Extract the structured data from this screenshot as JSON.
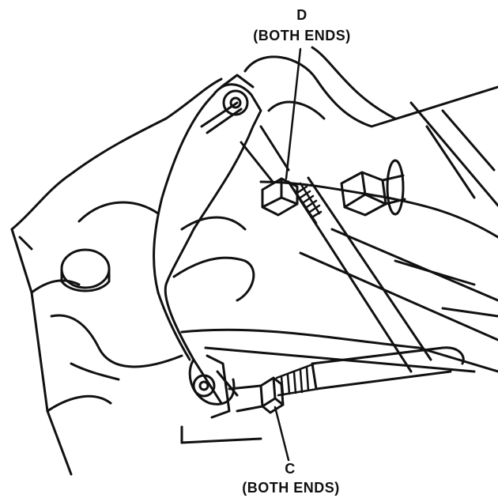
{
  "labels": {
    "d": {
      "letter": "D",
      "note": "(BOTH ENDS)"
    },
    "c": {
      "letter": "C",
      "note": "(BOTH ENDS)"
    }
  },
  "colors": {
    "ink": "#111111",
    "paper": "#ffffff"
  }
}
